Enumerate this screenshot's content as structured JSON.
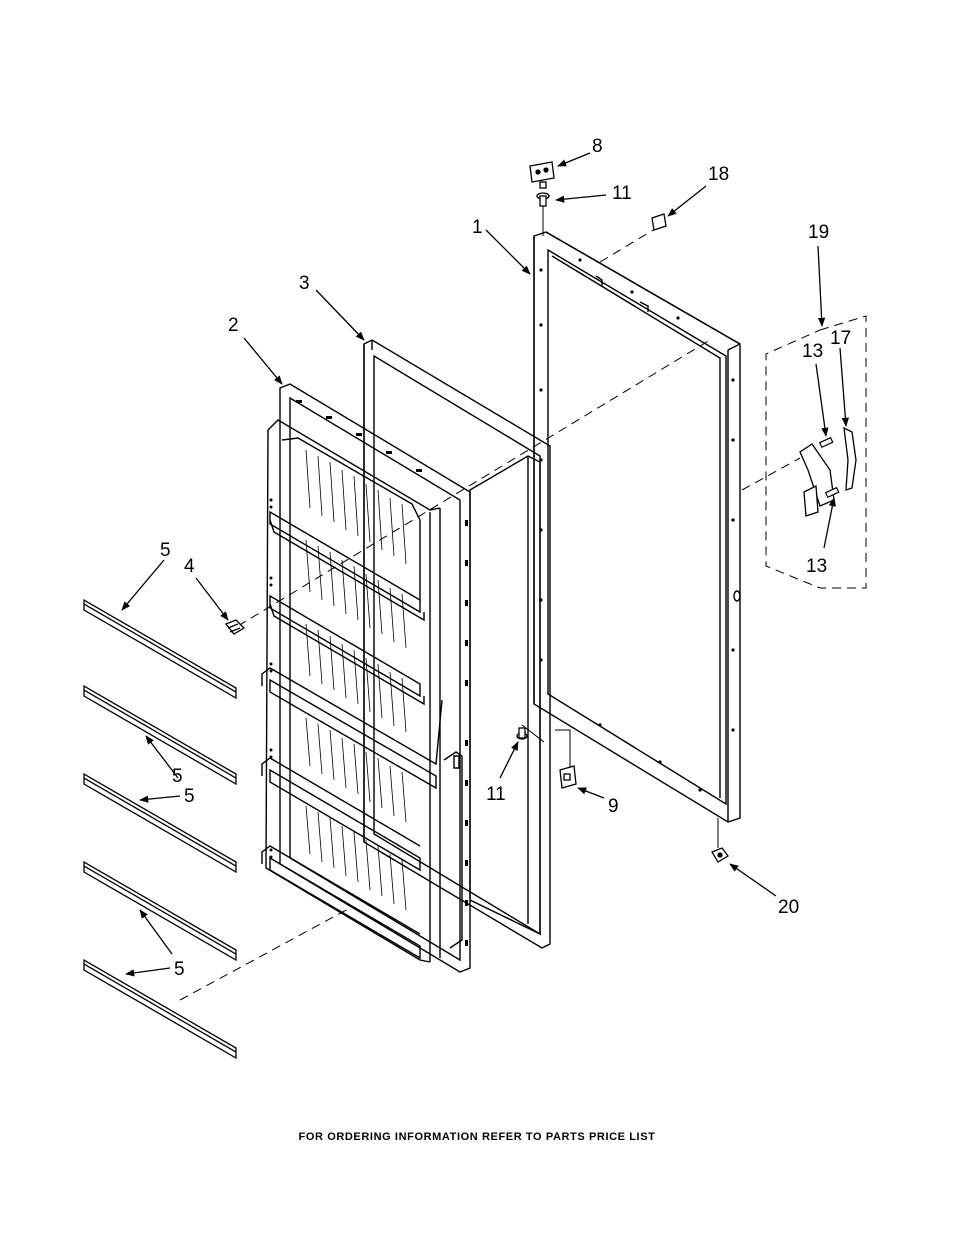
{
  "callouts": {
    "c1": "1",
    "c2": "2",
    "c3": "3",
    "c4": "4",
    "c5a": "5",
    "c5b": "5",
    "c5c": "5",
    "c5d": "5",
    "c8": "8",
    "c9": "9",
    "c11a": "11",
    "c11b": "11",
    "c13a": "13",
    "c13b": "13",
    "c17": "17",
    "c18": "18",
    "c19": "19",
    "c20": "20"
  },
  "footer": {
    "note": "FOR ORDERING INFORMATION REFER TO PARTS PRICE LIST"
  }
}
